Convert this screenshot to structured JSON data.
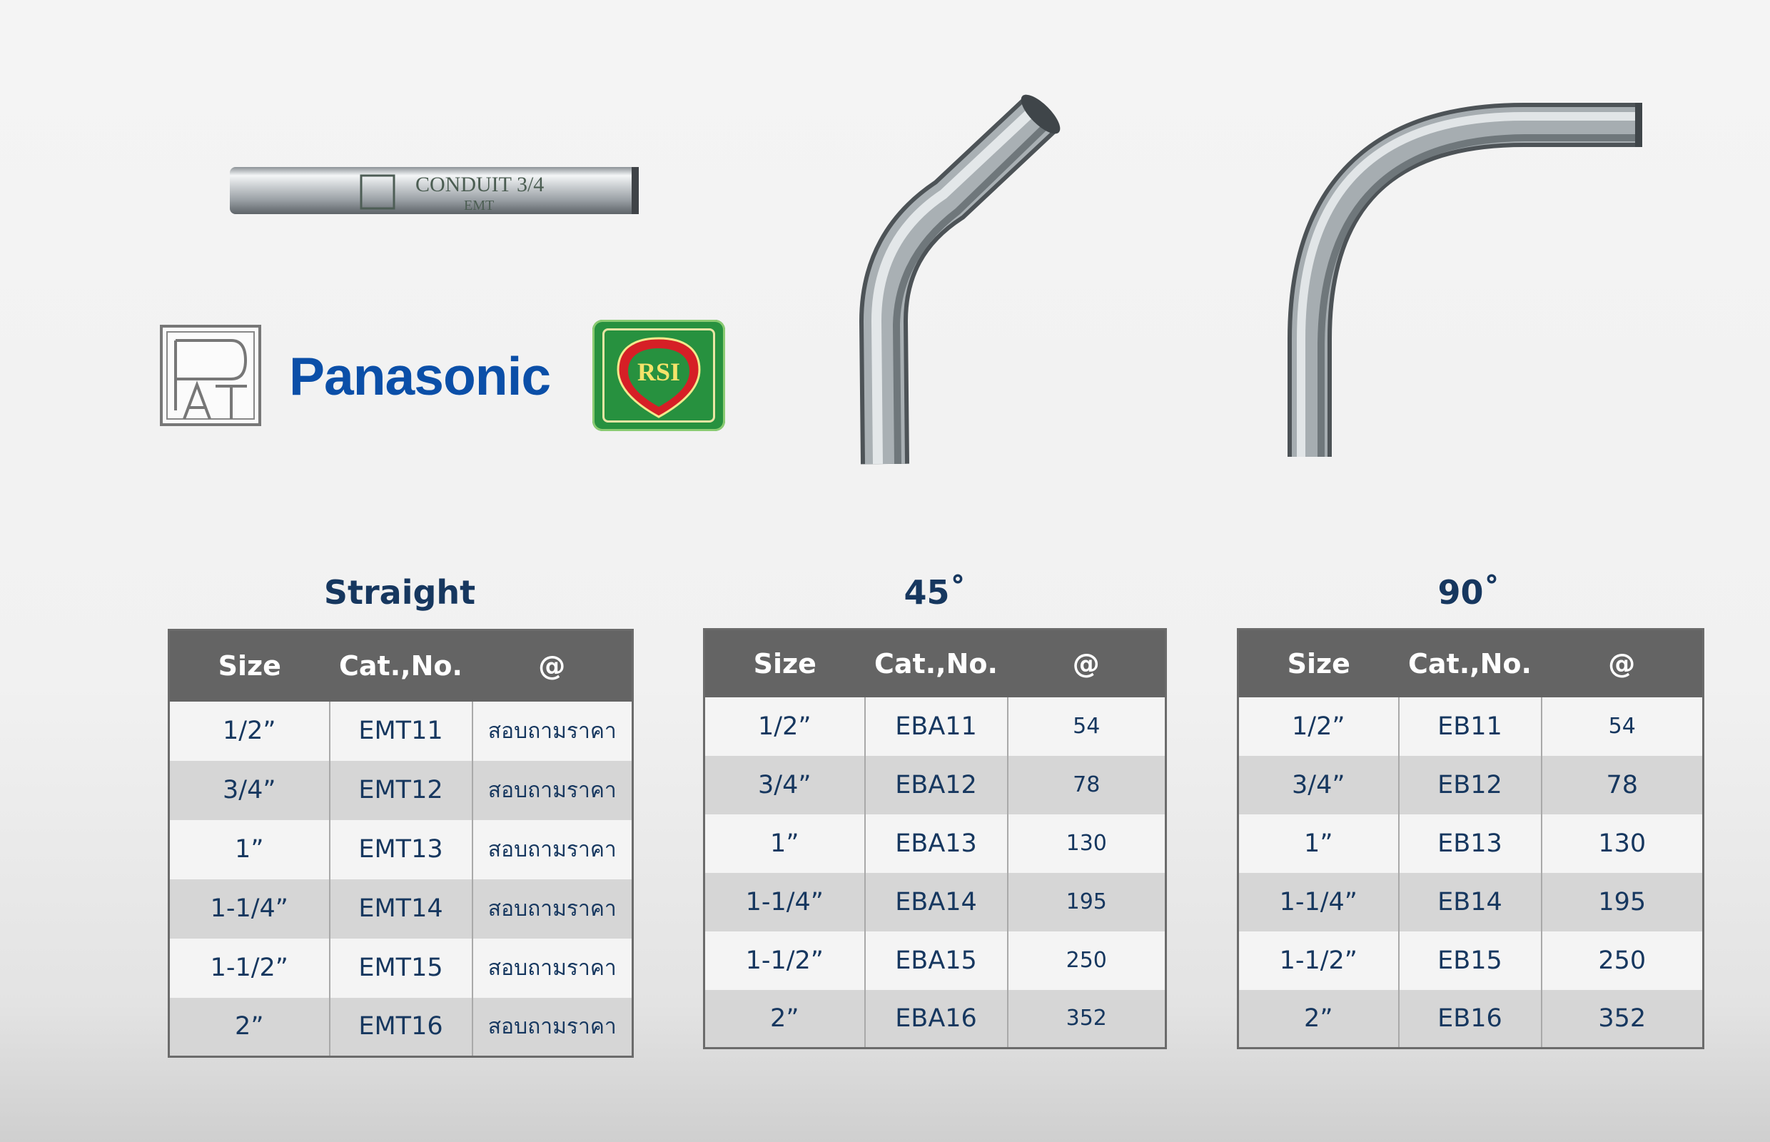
{
  "logos": {
    "panasonic": "Panasonic",
    "rsi": "RSI",
    "pat": "PAT"
  },
  "pipe_marking": {
    "line1": "CONDUIT 3/4",
    "line2": "EMT"
  },
  "headers": {
    "size": "Size",
    "cat_no": "Cat.,No.",
    "price": "@"
  },
  "tables": [
    {
      "title": "Straight",
      "rows": [
        {
          "size": "1/2”",
          "cat": "EMT11",
          "price": "สอบถามราคา"
        },
        {
          "size": "3/4”",
          "cat": "EMT12",
          "price": "สอบถามราคา"
        },
        {
          "size": "1”",
          "cat": "EMT13",
          "price": "สอบถามราคา"
        },
        {
          "size": "1-1/4”",
          "cat": "EMT14",
          "price": "สอบถามราคา"
        },
        {
          "size": "1-1/2”",
          "cat": "EMT15",
          "price": "สอบถามราคา"
        },
        {
          "size": "2”",
          "cat": "EMT16",
          "price": "สอบถามราคา"
        }
      ]
    },
    {
      "title": "45˚",
      "rows": [
        {
          "size": "1/2”",
          "cat": "EBA11",
          "price": "54"
        },
        {
          "size": "3/4”",
          "cat": "EBA12",
          "price": "78"
        },
        {
          "size": "1”",
          "cat": "EBA13",
          "price": "130"
        },
        {
          "size": "1-1/4”",
          "cat": "EBA14",
          "price": "195"
        },
        {
          "size": "1-1/2”",
          "cat": "EBA15",
          "price": "250"
        },
        {
          "size": "2”",
          "cat": "EBA16",
          "price": "352"
        }
      ]
    },
    {
      "title": "90˚",
      "rows": [
        {
          "size": "1/2”",
          "cat": "EB11",
          "price": "54"
        },
        {
          "size": "3/4”",
          "cat": "EB12",
          "price": "78"
        },
        {
          "size": "1”",
          "cat": "EB13",
          "price": "130"
        },
        {
          "size": "1-1/4”",
          "cat": "EB14",
          "price": "195"
        },
        {
          "size": "1-1/2”",
          "cat": "EB15",
          "price": "250"
        },
        {
          "size": "2”",
          "cat": "EB16",
          "price": "352"
        }
      ]
    }
  ]
}
